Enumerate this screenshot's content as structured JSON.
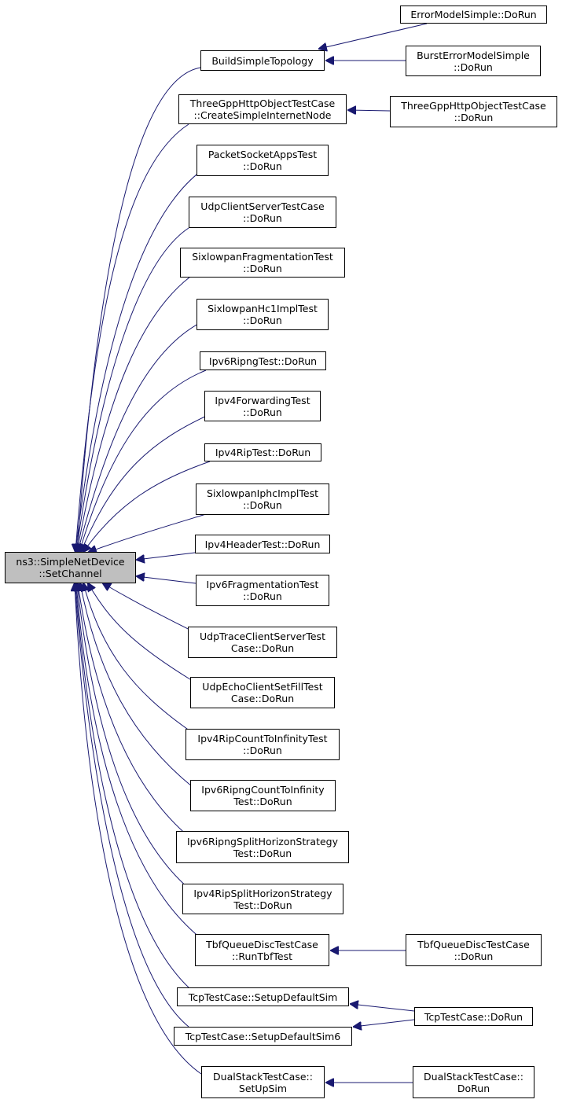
{
  "colors": {
    "edge": "#191970",
    "root_fill": "#bfbfbf",
    "node_border": "#000000"
  },
  "nodes": {
    "root": [
      "ns3::SimpleNetDevice",
      "::SetChannel"
    ],
    "build_simple_topology": [
      "BuildSimpleTopology"
    ],
    "error_model_simple_dorun": [
      "ErrorModelSimple::DoRun"
    ],
    "burst_error_model_simple_dorun": [
      "BurstErrorModelSimple",
      "::DoRun"
    ],
    "three_gpp_create_node": [
      "ThreeGppHttpObjectTestCase",
      "::CreateSimpleInternetNode"
    ],
    "three_gpp_dorun": [
      "ThreeGppHttpObjectTestCase",
      "::DoRun"
    ],
    "packet_socket_apps_test": [
      "PacketSocketAppsTest",
      "::DoRun"
    ],
    "udp_client_server_test_case": [
      "UdpClientServerTestCase",
      "::DoRun"
    ],
    "sixlowpan_fragmentation_test": [
      "SixlowpanFragmentationTest",
      "::DoRun"
    ],
    "sixlowpan_hc1_impl_test": [
      "SixlowpanHc1ImplTest",
      "::DoRun"
    ],
    "ipv6_ripng_test": [
      "Ipv6RipngTest::DoRun"
    ],
    "ipv4_forwarding_test": [
      "Ipv4ForwardingTest",
      "::DoRun"
    ],
    "ipv4_rip_test": [
      "Ipv4RipTest::DoRun"
    ],
    "sixlowpan_iphc_impl_test": [
      "SixlowpanIphcImplTest",
      "::DoRun"
    ],
    "ipv4_header_test": [
      "Ipv4HeaderTest::DoRun"
    ],
    "ipv6_fragmentation_test": [
      "Ipv6FragmentationTest",
      "::DoRun"
    ],
    "udp_trace_client_server_test": [
      "UdpTraceClientServerTest",
      "Case::DoRun"
    ],
    "udp_echo_client_set_fill_test": [
      "UdpEchoClientSetFillTest",
      "Case::DoRun"
    ],
    "ipv4_rip_count_to_infinity": [
      "Ipv4RipCountToInfinityTest",
      "::DoRun"
    ],
    "ipv6_ripng_count_to_infinity": [
      "Ipv6RipngCountToInfinity",
      "Test::DoRun"
    ],
    "ipv6_ripng_split_horizon": [
      "Ipv6RipngSplitHorizonStrategy",
      "Test::DoRun"
    ],
    "ipv4_rip_split_horizon": [
      "Ipv4RipSplitHorizonStrategy",
      "Test::DoRun"
    ],
    "tbf_run_tbf_test": [
      "TbfQueueDiscTestCase",
      "::RunTbfTest"
    ],
    "tbf_dorun": [
      "TbfQueueDiscTestCase",
      "::DoRun"
    ],
    "tcp_setup_default_sim": [
      "TcpTestCase::SetupDefaultSim"
    ],
    "tcp_setup_default_sim6": [
      "TcpTestCase::SetupDefaultSim6"
    ],
    "tcp_dorun": [
      "TcpTestCase::DoRun"
    ],
    "dual_stack_setup_sim": [
      "DualStackTestCase::",
      "SetUpSim"
    ],
    "dual_stack_dorun": [
      "DualStackTestCase::",
      "DoRun"
    ]
  }
}
